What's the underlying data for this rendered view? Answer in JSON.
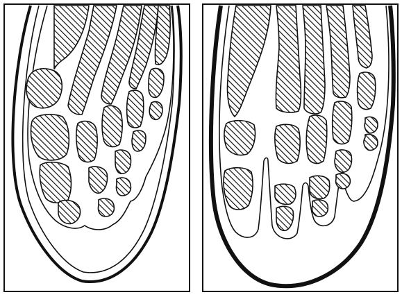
{
  "figure": {
    "panels": [
      {
        "id": "left",
        "bone_count": 19
      },
      {
        "id": "right",
        "bone_count": 19
      }
    ],
    "colors": {
      "ink": "#111111",
      "paper": "#ffffff"
    }
  }
}
